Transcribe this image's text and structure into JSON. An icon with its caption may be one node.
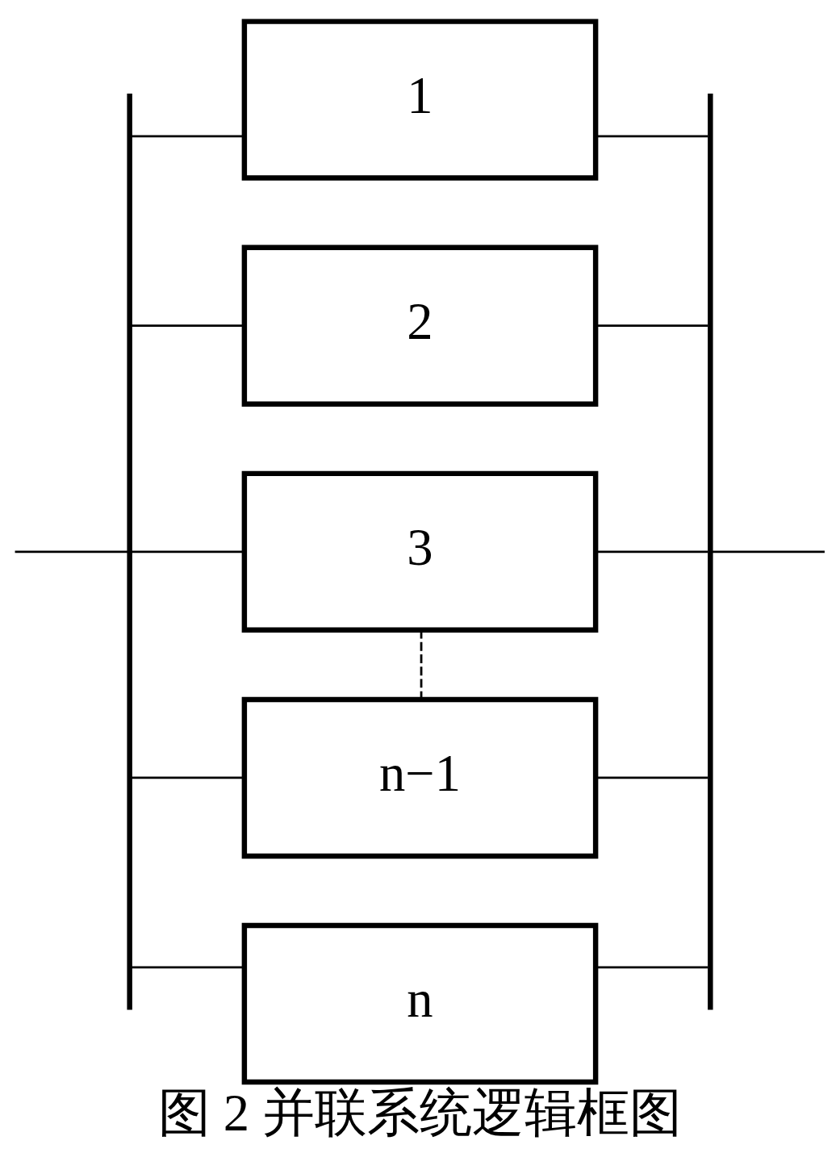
{
  "diagram": {
    "caption": "图 2 并联系统逻辑框图",
    "nodes": [
      {
        "text": [],
        "shape": "bar"
      },
      {
        "text": [
          "1"
        ]
      },
      {
        "text": [
          "2"
        ]
      },
      {
        "text": [
          "3"
        ]
      },
      {
        "text": [
          "n−1"
        ]
      },
      {
        "text": [
          "n"
        ]
      },
      {
        "text": [],
        "shape": "bar"
      }
    ],
    "edges": [
      {
        "from": null,
        "to": 0,
        "arrow": "none"
      },
      {
        "from": 0,
        "to": 1,
        "arrow": "none"
      },
      {
        "from": 0,
        "to": 2,
        "arrow": "none"
      },
      {
        "from": 0,
        "to": 3,
        "arrow": "none"
      },
      {
        "from": 0,
        "to": 4,
        "arrow": "none"
      },
      {
        "from": 0,
        "to": 5,
        "arrow": "none"
      },
      {
        "from": 3,
        "to": 4,
        "arrow": "none",
        "style": "dashed"
      },
      {
        "from": 1,
        "to": 6,
        "arrow": "none"
      },
      {
        "from": 2,
        "to": 6,
        "arrow": "none"
      },
      {
        "from": 3,
        "to": 6,
        "arrow": "none"
      },
      {
        "from": 4,
        "to": 6,
        "arrow": "none"
      },
      {
        "from": 5,
        "to": 6,
        "arrow": "none"
      },
      {
        "from": 6,
        "to": null,
        "arrow": "none"
      }
    ]
  }
}
